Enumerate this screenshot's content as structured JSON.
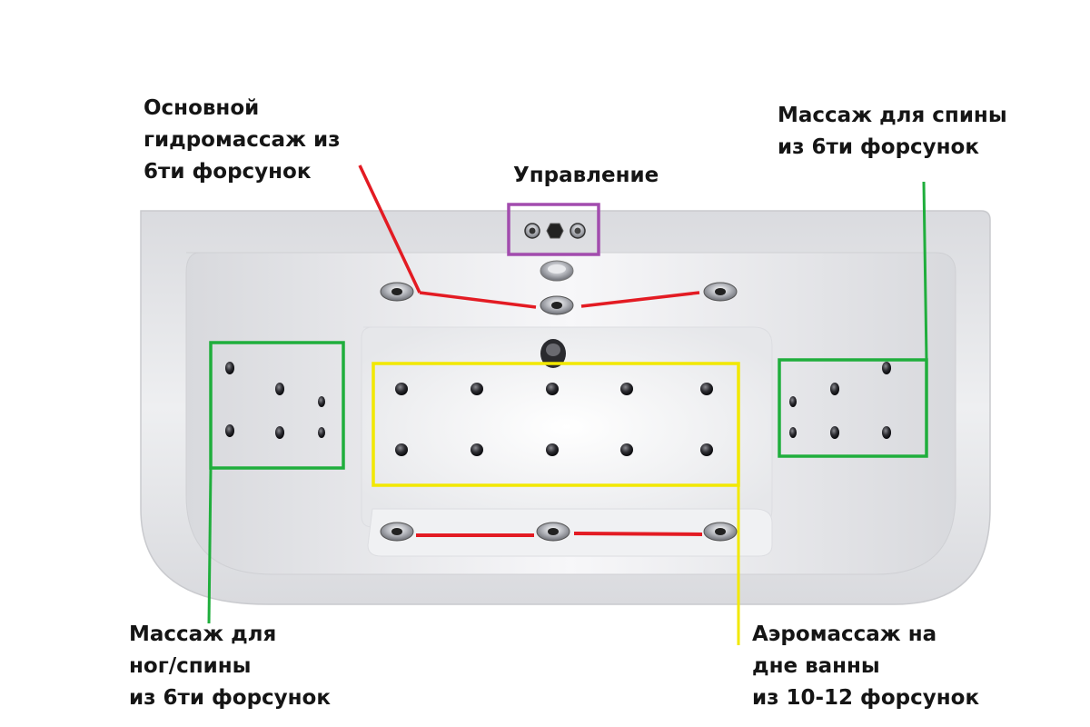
{
  "labels": {
    "main_hydro": [
      "Основной",
      "гидромассаж из",
      "6ти форсунок"
    ],
    "control": "Управление",
    "back": [
      "Массаж для спины",
      "из 6ти форсунок"
    ],
    "legs": [
      "Массаж для",
      "ног/спины",
      "из 6ти форсунок"
    ],
    "aero": [
      "Аэромассаж на",
      "дне ванны",
      "из 10-12 форсунок"
    ]
  },
  "colors": {
    "main_hydro": "#e31b23",
    "control": "#a24cae",
    "massage": "#1fae3c",
    "aero": "#f2e800",
    "tub_rim": "#e9eaed",
    "tub_inner": "#f5f5f7"
  },
  "icons": {
    "control_buttons": [
      "round-button-icon",
      "hexagon-button-icon",
      "round-button-icon"
    ],
    "jet": "round-jet-icon",
    "aero_nozzle": "air-nozzle-icon",
    "drain": "drain-icon",
    "overflow": "overflow-icon"
  }
}
